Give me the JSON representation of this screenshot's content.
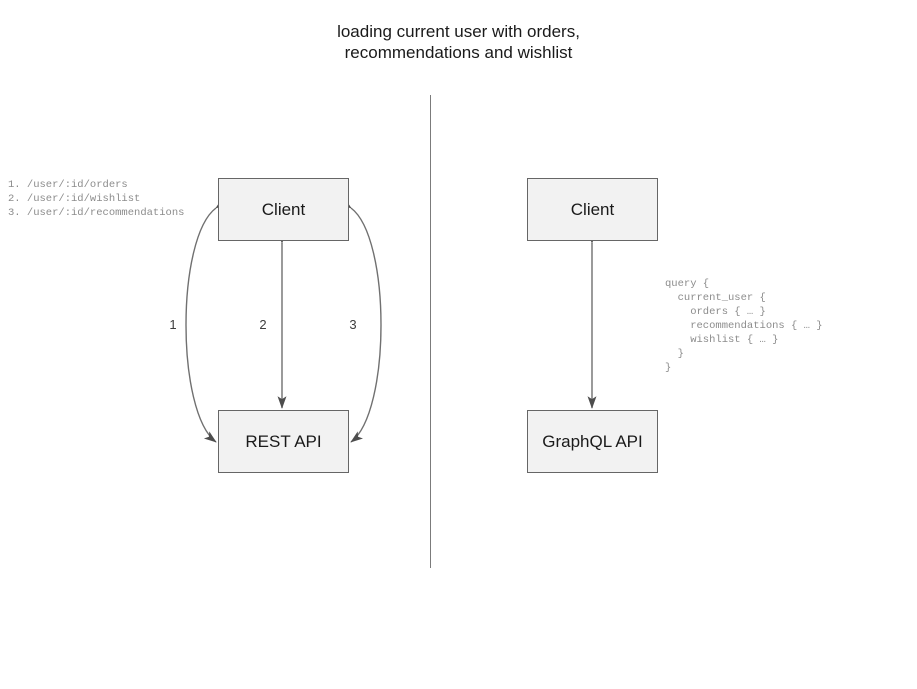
{
  "title": "loading current user with orders,\nrecommendations and wishlist",
  "divider": {
    "label": "vertical-separator"
  },
  "rest": {
    "client_label": "Client",
    "api_label": "REST API",
    "endpoints": "1. /user/:id/orders\n2. /user/:id/wishlist\n3. /user/:id/recommendations",
    "edges": [
      {
        "label": "1",
        "name": "edge-orders"
      },
      {
        "label": "2",
        "name": "edge-wishlist"
      },
      {
        "label": "3",
        "name": "edge-recommendations"
      }
    ]
  },
  "graphql": {
    "client_label": "Client",
    "api_label": "GraphQL API",
    "query": "query {\n  current_user {\n    orders { … }\n    recommendations { … }\n    wishlist { … }\n  }\n}"
  },
  "colors": {
    "node_fill": "#f2f2f2",
    "node_border": "#666666",
    "edge_stroke": "#707070",
    "divider": "#7b7b7b",
    "text": "#1a1a1a",
    "code_text": "#8c8c8c",
    "label_text": "#3d3d3d"
  }
}
